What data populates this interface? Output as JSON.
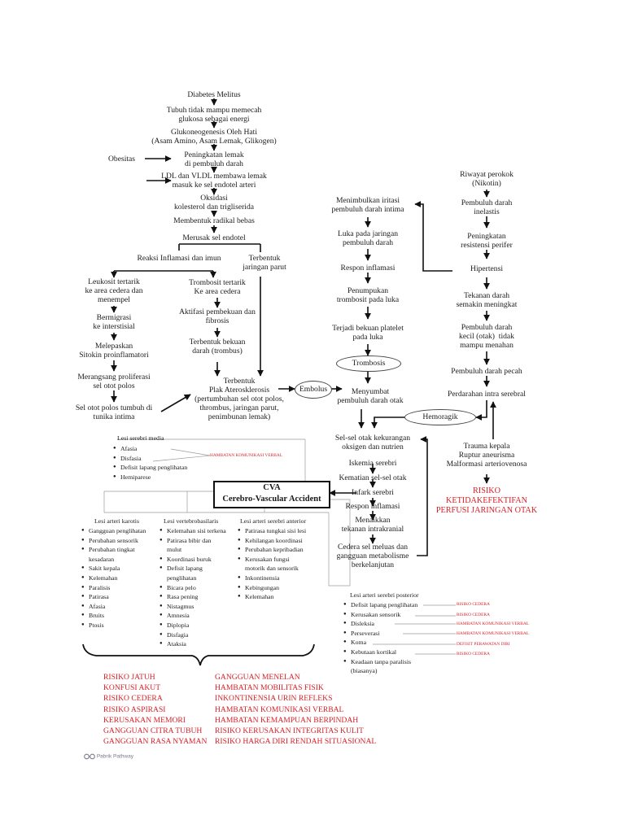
{
  "diabetes_chain": {
    "n1": "Diabetes Melitus",
    "n2": "Tubuh tidak mampu memecah\nglukosa sebagai energi",
    "n3": "Glukoneogenesis Oleh Hati\n(Asam Amino, Asam Lemak, Glikogen)",
    "obesitas": "Obesitas",
    "n4": "Peningkatan lemak\ndi pembuluh darah",
    "n5": "LDL dan VLDL membawa lemak\nmasuk ke sel endotel arteri",
    "n6": "Oksidasi\nkolesterol dan trigliserida",
    "n7": "Membentuk radikal bebas",
    "n8": "Merusak sel endotel"
  },
  "left_branch": {
    "reaksi": "Reaksi Inflamasi dan imun",
    "jaringan": "Terbentuk\njaringan parut",
    "leuko": "Leukosit tertarik\nke area cedera dan\nmenempel",
    "migrasi": "Bermigrasi\nke interstisial",
    "melepas": "Melepaskan\nSitokin proinflamatori",
    "merangsang": "Merangsang proliferasi\nsel otot polos",
    "tumbuh": "Sel otot polos tumbuh di\ntunika intima",
    "trombosit": "Trombosit tertarik\nKe area cedera",
    "aktifasi": "Aktifasi pembekuan dan\nfibrosis",
    "bekuan": "Terbentuk bekuan\ndarah (trombus)",
    "plak": "Terbentuk\nPlak Aterosklerosis\n(pertumbuhan sel otot polos,\nthrombus, jaringan parut,\npenimbunan lemak)"
  },
  "middle_chain": {
    "iritasi": "Menimbulkan iritasi\npembuluh darah intima",
    "luka": "Luka pada jaringan\npembuluh darah",
    "respon": "Respon inflamasi",
    "penumpukan": "Penumpukan\ntrombosit pada luka",
    "platelet": "Terjadi bekuan platelet\npada luka",
    "trombosis": "Trombosis",
    "embolus": "Embolus",
    "menyumbat": "Menyumbat\npembuluh darah otak",
    "hemoragik": "Hemoragik"
  },
  "right_chain": {
    "perokok": "Riwayat perokok\n(Nikotin)",
    "inelastis": "Pembuluh darah\ninelastis",
    "resistensi": "Peningkatan\nresistensi perifer",
    "hipertensi": "Hipertensi",
    "tekanan": "Tekanan darah\nsemakin meningkat",
    "kecil": "Pembuluh darah\nkecil (otak)  tidak\nmampu menahan",
    "pecah": "Pembuluh darah pecah",
    "perdarahan": "Perdarahan intra serebral",
    "trauma": "Trauma kepala\nRuptur aneurisma\nMalformasi arteriovenosa",
    "risiko_perfusi": "RISIKO\nKETIDAKEFEKTIFAN\nPERFUSI JARINGAN OTAK"
  },
  "brain_chain": {
    "sel": "Sel-sel otak kekurangan\noksigen dan nutrien",
    "iskemia": "Iskemia serebri",
    "kematian": "Kematian sel-sel otak",
    "infark": "Infark serebri",
    "respon": "Respon inflamasi",
    "tik": "Menaikkan\ntekanan intrakranial",
    "cedera": "Cedera sel meluas dan\ngangguan metabolisme\nberkelanjutan"
  },
  "cva": {
    "line1": "CVA",
    "line2": "Cerebro-Vascular Accident"
  },
  "media": {
    "head": "Lesi serebri media",
    "items": [
      "Afasia",
      "Disfasia",
      "Defisit lapang penglihatan",
      "Hemiparese"
    ],
    "label": "HAMBATAN KOMUNIKASI VERBAL"
  },
  "karotis": {
    "head": "Lesi arteri karotis",
    "items": [
      "Gangguan penglihatan",
      "Perubahan sensorik",
      "Perubahan tingkat\nkesadaran",
      "Sakit kepala",
      "Kelemahan",
      "Paralisis",
      "Patirasa",
      "Afasia",
      "Bruits",
      "Ptosis"
    ]
  },
  "vertebro": {
    "head": "Lesi vertebrobasilaris",
    "items": [
      "Kelemahan sisi terkena",
      "Patirasa bibir dan\nmulut",
      "Koordinasi buruk",
      "Defisit lapang\npenglihatan",
      "Bicara pelo",
      "Rasa pening",
      "Nistagmus",
      "Amnesia",
      "Diplopia",
      "Disfagia",
      "Ataksia"
    ]
  },
  "anterior": {
    "head": "Lesi arteri serebri anterior",
    "items": [
      "Patirasa tungkai sisi lesi",
      "Kehilangan koordinasi",
      "Perubahan kepribadian",
      "Kerusakan fungsi\nmotorik dan sensorik",
      "Inkontinensia",
      "Kebingungan",
      "Kelemahan"
    ]
  },
  "posterior": {
    "head": "Lesi arteri serebri posterior",
    "items": [
      "Defisit lapang penglihatan",
      "Kerusakan sensorik",
      "Disleksia",
      "Perseverasi",
      "Koma",
      "Kebutaan kortikal",
      "Keadaan tanpa paralisis\n(biasanya)"
    ],
    "labels": [
      "RISIKO CEDERA",
      "RISIKO CEDERA",
      "HAMBATAN KOMUNIKASI VERBAL",
      "HAMBATAN KOMUNIKASI VERBAL",
      "DEFISIT PERAWATAN DIRI",
      "RISIKO CEDERA"
    ]
  },
  "risks_left": [
    "RISIKO JATUH",
    "KONFUSI AKUT",
    "RISIKO CEDERA",
    "RISIKO ASPIRASI",
    "KERUSAKAN MEMORI",
    "GANGGUAN CITRA TUBUH",
    "GANGGUAN RASA NYAMAN"
  ],
  "risks_right": [
    "GANGGUAN MENELAN",
    "HAMBATAN MOBILITAS FISIK",
    "INKONTINENSIA URIN REFLEKS",
    "HAMBATAN KOMUNIKASI VERBAL",
    "HAMBATAN KEMAMPUAN BERPINDAH",
    "RISIKO KERUSAKAN INTEGRITAS KULIT",
    "RISIKO HARGA DIRI RENDAH SITUASIONAL"
  ],
  "footer": "Pabrik Pathway",
  "colors": {
    "red": "#d81f26",
    "text": "#1a1a1a",
    "footer": "#7a7a8a"
  }
}
